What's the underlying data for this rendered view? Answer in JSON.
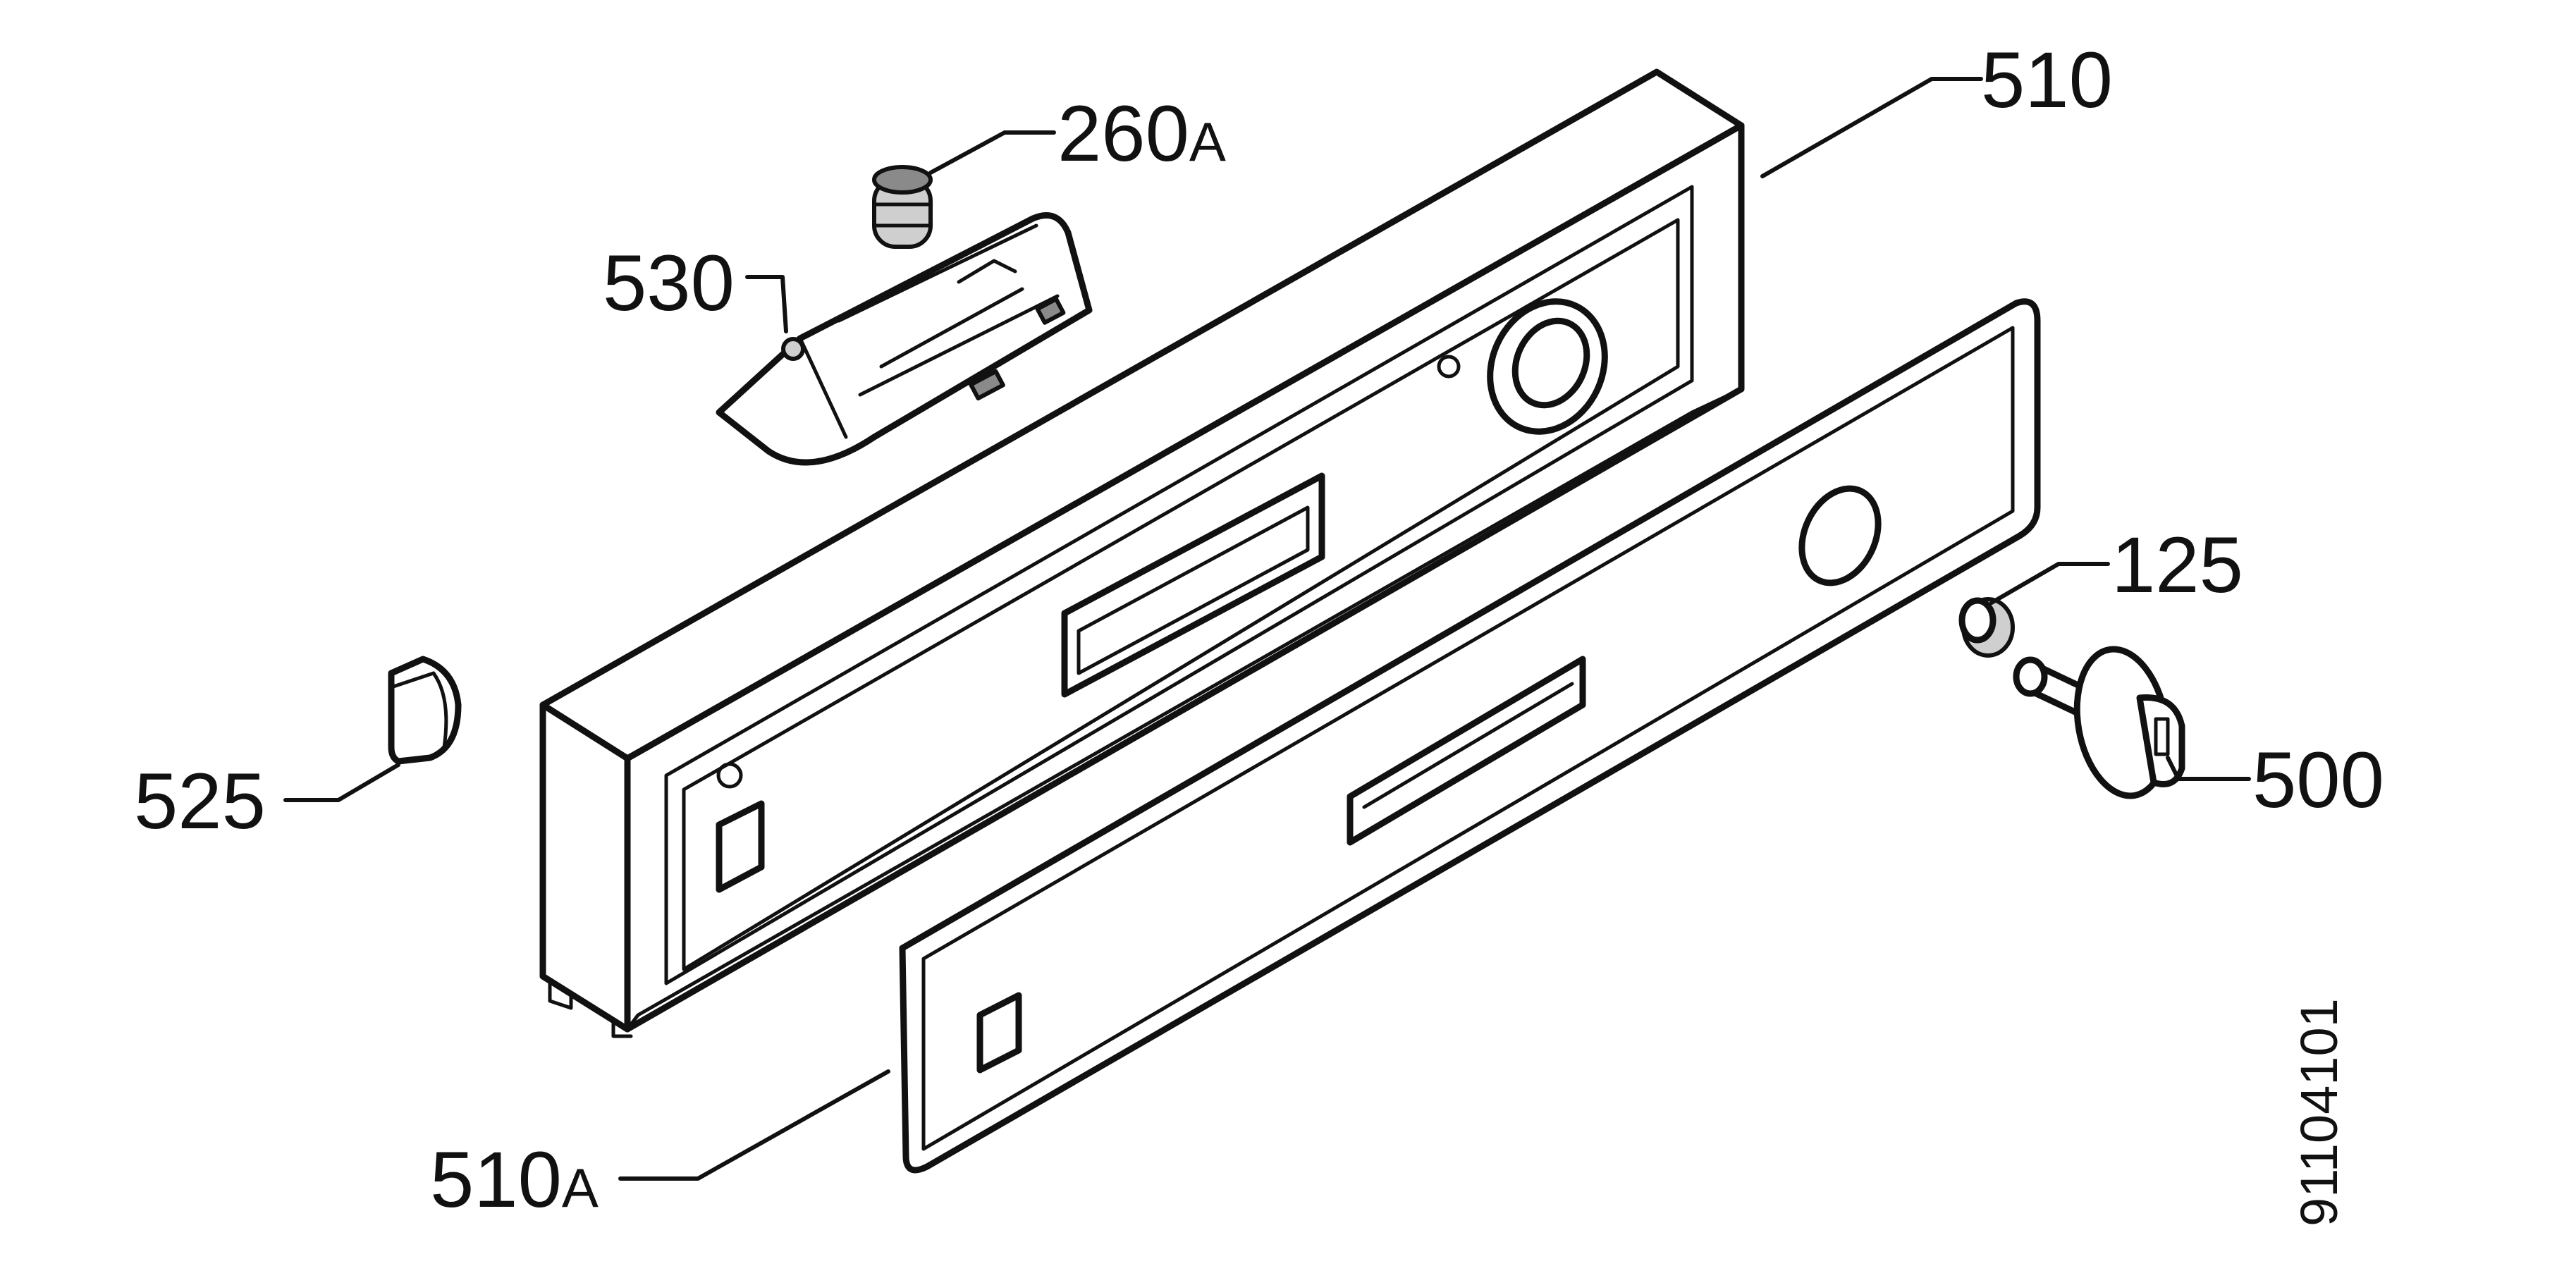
{
  "parts": [
    {
      "id": "510",
      "main": "510",
      "suffix": ""
    },
    {
      "id": "260A",
      "main": "260",
      "suffix": "A"
    },
    {
      "id": "530",
      "main": "530",
      "suffix": ""
    },
    {
      "id": "125",
      "main": "125",
      "suffix": ""
    },
    {
      "id": "525",
      "main": "525",
      "suffix": ""
    },
    {
      "id": "500",
      "main": "500",
      "suffix": ""
    },
    {
      "id": "510A",
      "main": "510",
      "suffix": "A"
    }
  ],
  "drawing_number": "91104101"
}
